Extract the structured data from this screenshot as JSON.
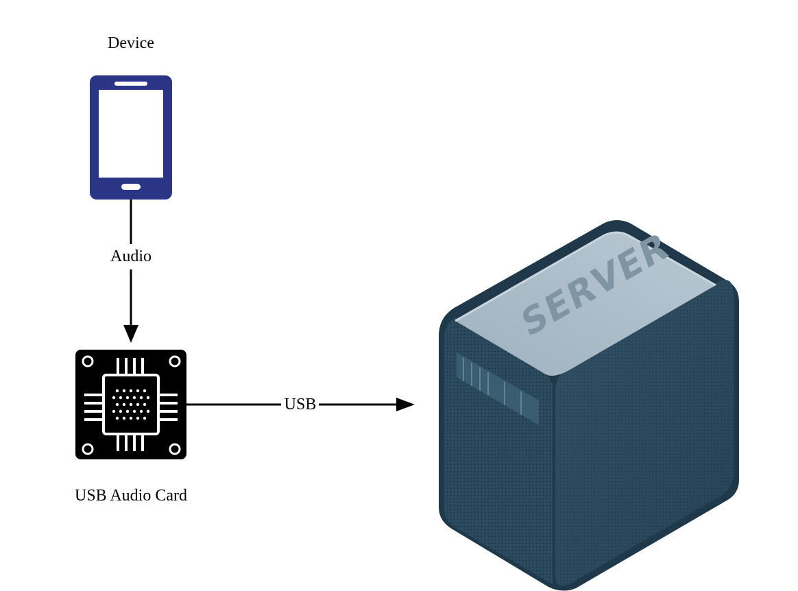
{
  "nodes": {
    "device": {
      "label": "Device",
      "icon": "smartphone-icon",
      "color": "#2b3585"
    },
    "audio_card": {
      "label": "USB Audio Card",
      "icon": "chip-board-icon",
      "color": "#000000"
    },
    "server": {
      "label": "",
      "icon": "server-icon",
      "engraving": "SERVER",
      "color": "#2c4a5e"
    }
  },
  "edges": {
    "device_to_card": {
      "label": "Audio"
    },
    "card_to_server": {
      "label": "USB"
    }
  }
}
